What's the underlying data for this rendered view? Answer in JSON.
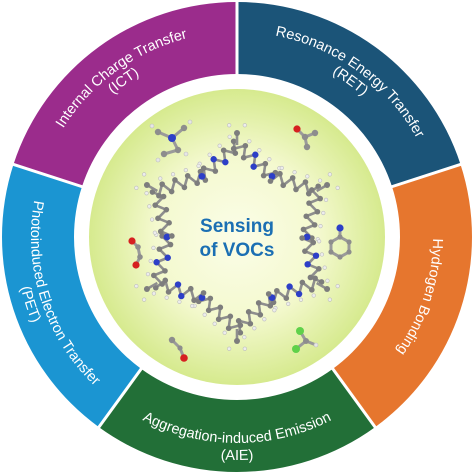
{
  "center": {
    "line1": "Sensing",
    "line2": "of VOCs"
  },
  "segments": [
    {
      "id": "ict",
      "line1": "Internal Charge Transfer",
      "line2": "(ICT)",
      "color": "#9b2c8c"
    },
    {
      "id": "ret",
      "line1": "Resonance Energy Transfer",
      "line2": "(RET)",
      "color": "#1b5478"
    },
    {
      "id": "hb",
      "line1": "Hydrogen Bonding",
      "line2": "",
      "color": "#e6762e"
    },
    {
      "id": "aie",
      "line1": "Aggregation-induced Emission",
      "line2": "(AIE)",
      "color": "#226f37"
    },
    {
      "id": "pet",
      "line1": "Photoinduced Electron Transfer",
      "line2": "(PET)",
      "color": "#1b95d2"
    }
  ],
  "colors": {
    "glow_inner": "#fbfde8",
    "glow_outer": "#d6ea8e",
    "title_blue": "#1b6fb3"
  }
}
